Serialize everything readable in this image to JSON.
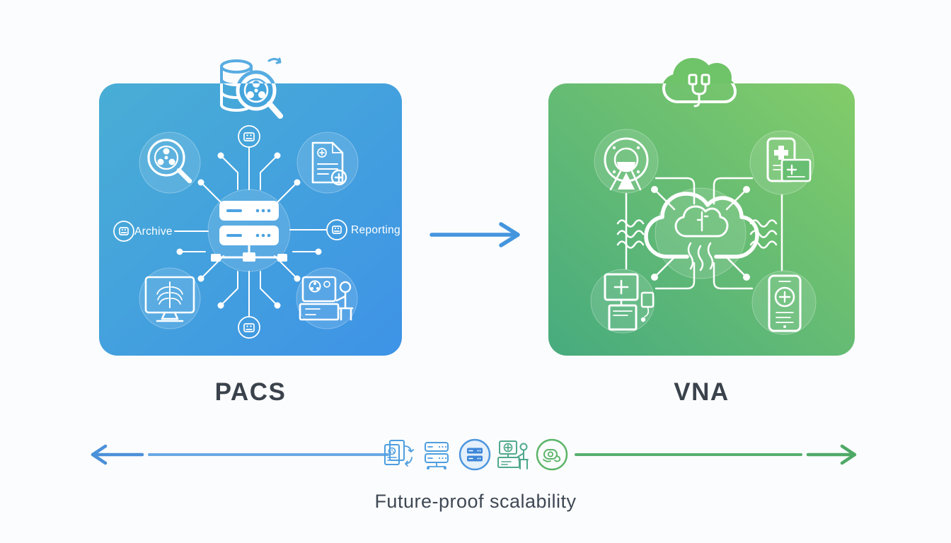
{
  "pacs_panel": {
    "label": "PACS",
    "top_icon": "database-search-icon",
    "center_icon": "server-rack-icon",
    "node_labels": {
      "archive": "Archive",
      "reporting": "Reporting"
    },
    "satellite_icons": [
      "radiology-search-icon",
      "medical-report-icon",
      "xray-monitor-icon",
      "radiology-workstation-icon"
    ],
    "colors": {
      "gradient_start": "#49AED5",
      "gradient_end": "#3E93E6",
      "lines": "#FFFFFF"
    }
  },
  "vna_panel": {
    "label": "VNA",
    "top_icon": "cloud-plug-icon",
    "center_icon": "cloud-sync-icon",
    "satellite_icons": [
      "ct-scanner-icon",
      "phone-health-card-icon",
      "ultrasound-cart-icon",
      "mobile-health-icon"
    ],
    "colors": {
      "gradient_start": "#47AB7E",
      "gradient_end": "#83CC69",
      "lines": "#FFFFFF"
    }
  },
  "transition_arrow": {
    "direction": "right",
    "color": "#4495DE"
  },
  "bottom_strip": {
    "left_arrow": {
      "direction": "left",
      "color": "#5B9DDF"
    },
    "right_arrow": {
      "direction": "right",
      "color": "#55AE6E"
    },
    "icons": [
      "documents-sync-icon",
      "server-network-icon",
      "server-circle-icon",
      "workstation-person-icon",
      "scanner-circle-icon"
    ],
    "caption": "Future-proof scalability"
  },
  "text_colors": {
    "big_labels": "#3A424C",
    "caption": "#3E4854"
  }
}
